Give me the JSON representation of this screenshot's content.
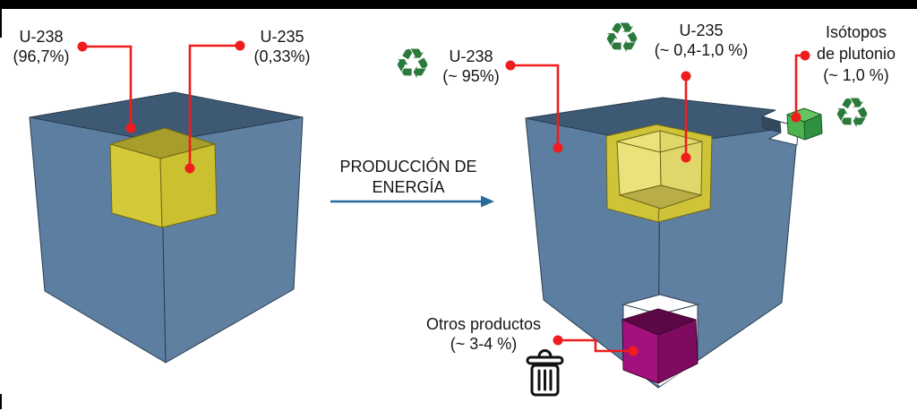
{
  "scene": {
    "before_label_u238": {
      "name": "U-238",
      "value": "(96,7%)"
    },
    "before_label_u235": {
      "name": "U-235",
      "value": "(0,33%)"
    },
    "process": {
      "line1": "PRODUCCIÓN DE",
      "line2": "ENERGÍA"
    },
    "after_label_u238": {
      "name": "U-238",
      "value": "(~ 95%)"
    },
    "after_label_u235": {
      "name": "U-235",
      "value": "(~ 0,4-1,0 %)"
    },
    "after_label_plutonium": {
      "line1": "Isótopos",
      "line2": "de plutonio",
      "line3": "(~ 1,0 %)"
    },
    "after_label_others": {
      "line1": "Otros productos",
      "line2": "(~ 3-4 %)"
    }
  },
  "icons": {
    "recycle": "♻"
  },
  "colors": {
    "cube_top": "#3D5974",
    "cube_left": "#5C7EA1",
    "cube_right": "#5F80A0",
    "core_top": "#A79D2A",
    "core_left": "#D4C938",
    "core_right": "#CBC02F",
    "cavity_rim": "#CFC437",
    "cavity_wall_left": "#EBE27A",
    "cavity_wall_right": "#E0D76A",
    "cavity_floor": "#B8AD47",
    "plutonium_top": "#68C363",
    "plutonium_left": "#4CB350",
    "plutonium_right": "#2F9140",
    "waste_top": "#5C0847",
    "waste_left": "#A3127C",
    "waste_right": "#7E0B5F",
    "callout_red": "#EF1D1D",
    "arrow_blue": "#2A6B9B",
    "recycle_green": "#2B7A3C"
  }
}
